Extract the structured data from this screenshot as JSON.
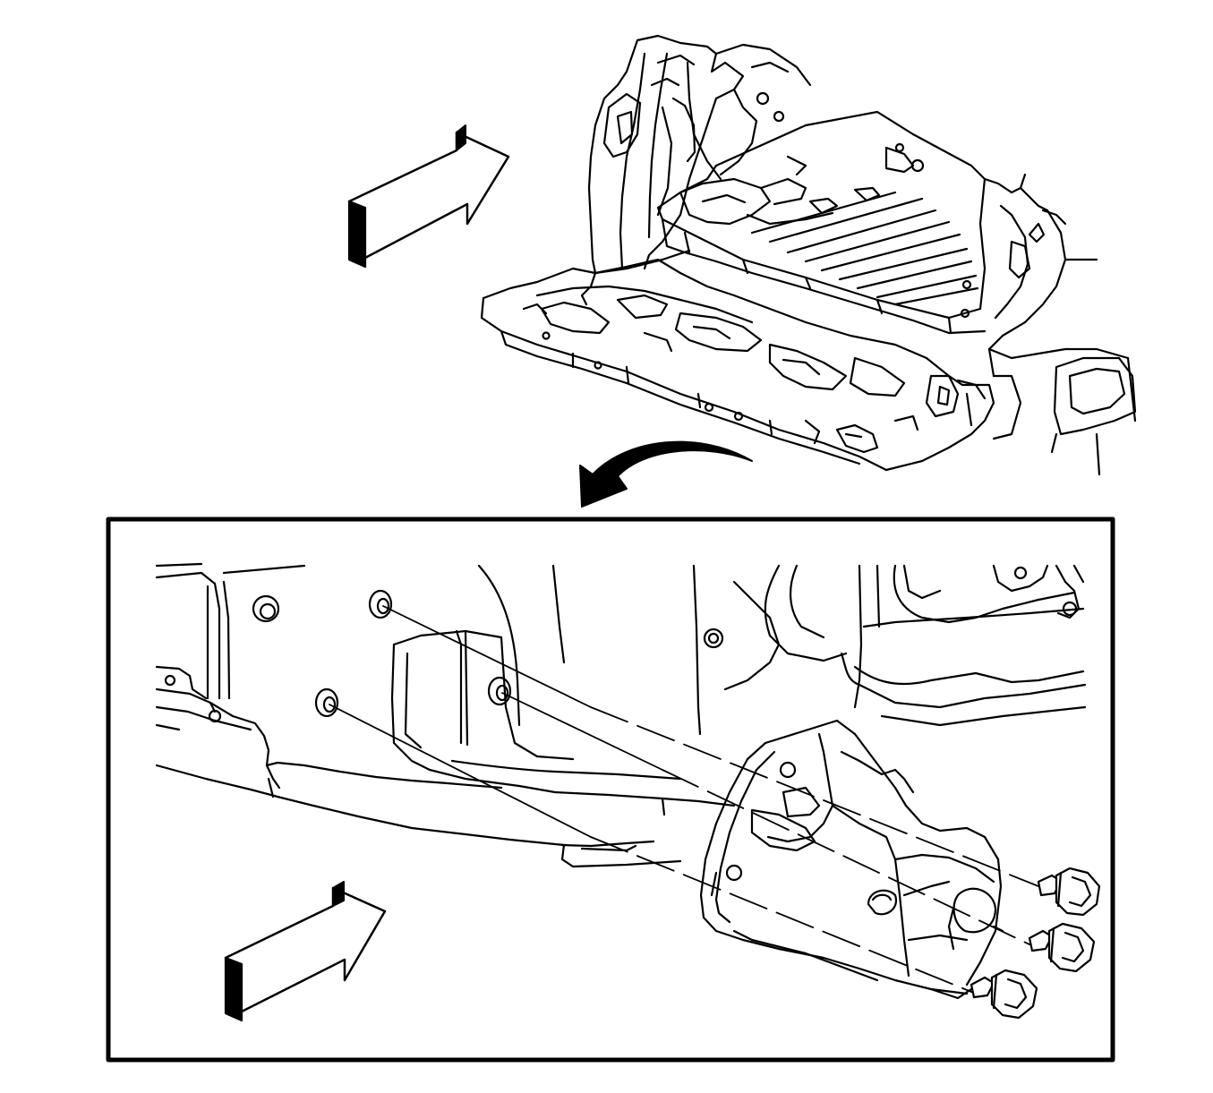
{
  "diagram": {
    "palette": {
      "ink": "#000000",
      "paper": "#ffffff"
    },
    "views": [
      {
        "id": "overview",
        "content": "rear-floor-overview"
      },
      {
        "id": "detail",
        "content": "bracket-bolt-detail"
      }
    ],
    "indicators": [
      {
        "id": "overview-arrow",
        "icon": "view-direction-arrow-icon"
      },
      {
        "id": "detail-arrow",
        "icon": "view-direction-arrow-icon"
      },
      {
        "id": "transition-arrow",
        "icon": "curved-arrow-icon"
      }
    ],
    "fasteners": {
      "count": 3,
      "icon": "flange-bolt-icon"
    }
  }
}
